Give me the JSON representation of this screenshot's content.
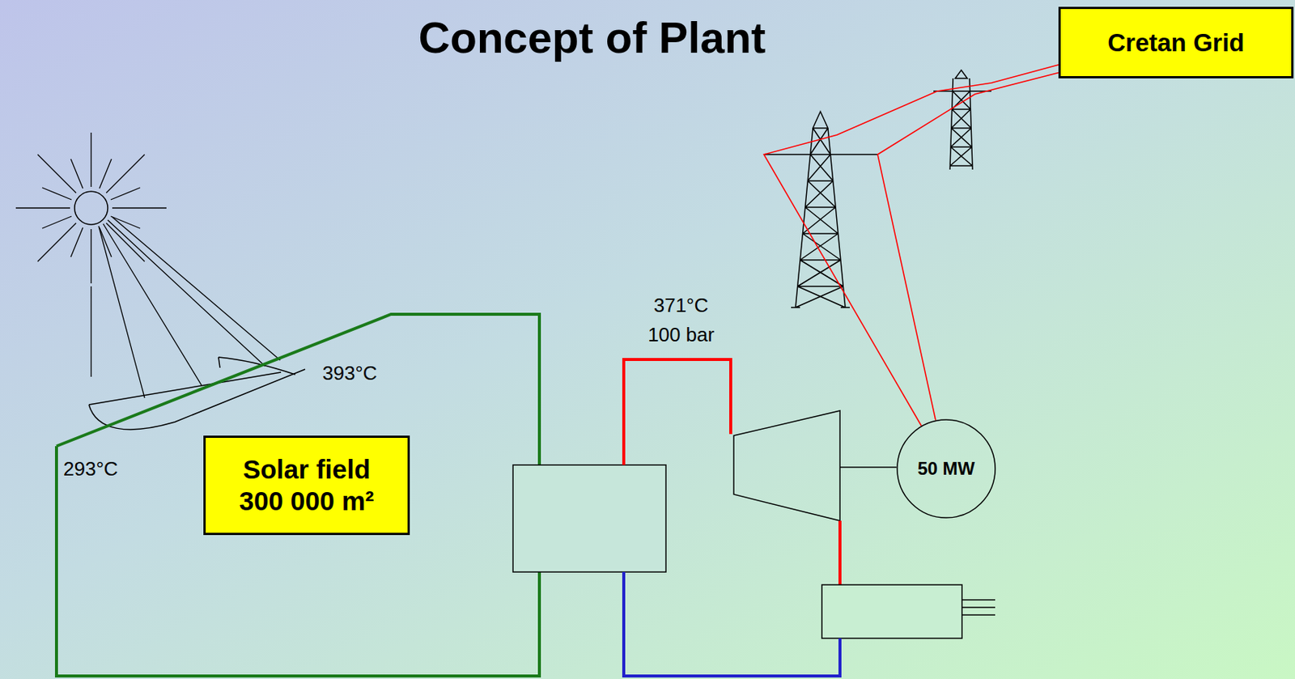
{
  "diagram": {
    "title": "Concept of Plant",
    "nodes": [
      {
        "text": [
          "Cretan Grid"
        ]
      },
      {
        "text": [
          "Solar field 300 000 m²"
        ]
      },
      {
        "text": [
          "50 MW"
        ]
      }
    ],
    "edges": [
      {
        "from": 2,
        "to": 0,
        "arrow": "none"
      }
    ],
    "labels": [
      "371°C",
      "100 bar",
      "393°C",
      "293°C"
    ]
  }
}
